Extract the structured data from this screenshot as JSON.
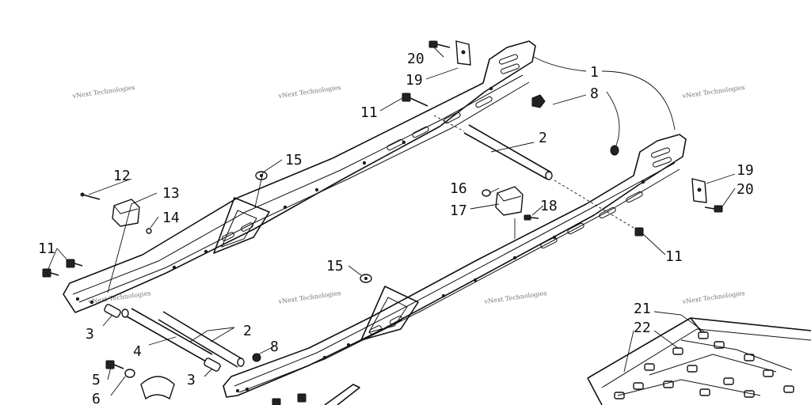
{
  "diagram": {
    "watermark_text": "vNext Technologies",
    "callouts": {
      "c1": "1",
      "c2a": "2",
      "c2b": "2",
      "c3a": "3",
      "c3b": "3",
      "c4": "4",
      "c5": "5",
      "c6": "6",
      "c8a": "8",
      "c8b": "8",
      "c11a": "11",
      "c11b": "11",
      "c11c": "11",
      "c12": "12",
      "c13": "13",
      "c14": "14",
      "c15a": "15",
      "c15b": "15",
      "c16": "16",
      "c17": "17",
      "c18": "18",
      "c19a": "19",
      "c19b": "19",
      "c20a": "20",
      "c20b": "20",
      "c21": "21",
      "c22": "22"
    }
  }
}
